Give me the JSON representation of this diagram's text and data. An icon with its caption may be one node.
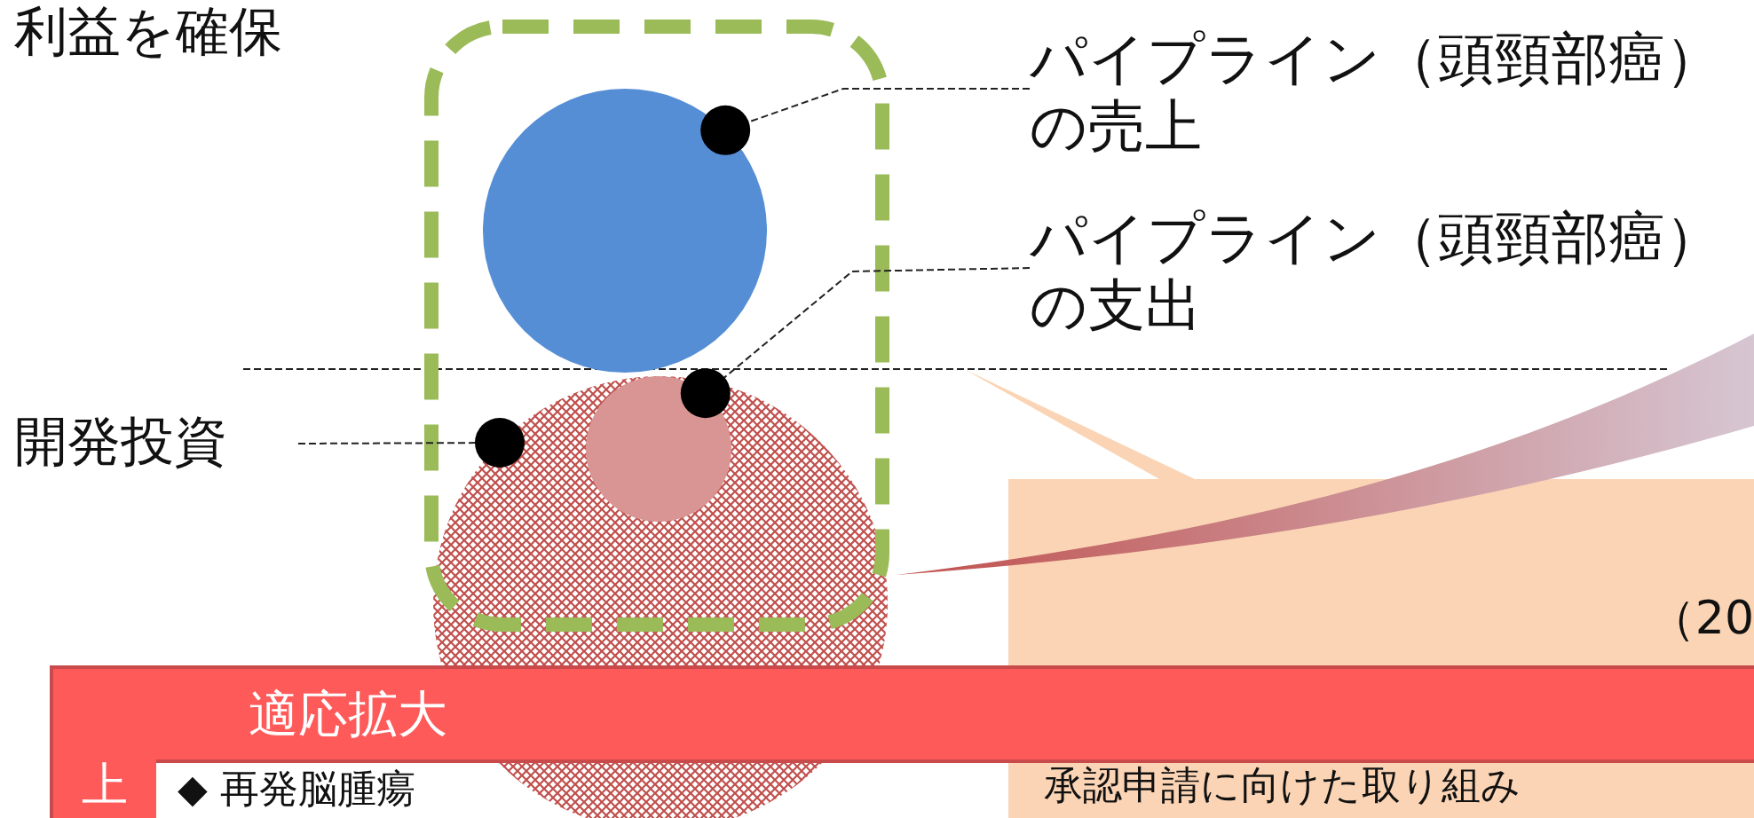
{
  "diagram": {
    "nodes": [
      {
        "text": [],
        "shape": "box"
      },
      {
        "text": [
          "パイプライン（頭頸部癌）の売上"
        ]
      },
      {
        "text": [],
        "shape": "circle",
        "in": 0
      },
      {
        "text": [
          "パイプライン（頭頸部癌）の支出"
        ]
      },
      {
        "text": [
          "開発投資"
        ]
      },
      {
        "text": [],
        "shape": "circle"
      },
      {
        "text": [],
        "shape": "circle"
      },
      {
        "text": [
          "（20",
          "承認申請に向けた取り組み"
        ]
      },
      {
        "text": [
          "適応拡大"
        ]
      },
      {
        "text": [
          "上"
        ]
      },
      {
        "text": [],
        "shape": "swoosh"
      }
    ],
    "edges": [
      {
        "from": 1,
        "to": 2,
        "arrow": "other",
        "style": "dashed"
      },
      {
        "from": 3,
        "to": 6,
        "arrow": "other",
        "style": "dashed"
      },
      {
        "from": 4,
        "to": 5,
        "arrow": "other",
        "style": "dashed"
      }
    ],
    "labels": [
      "利益を確保",
      "◆ 再発脳腫瘍"
    ]
  }
}
